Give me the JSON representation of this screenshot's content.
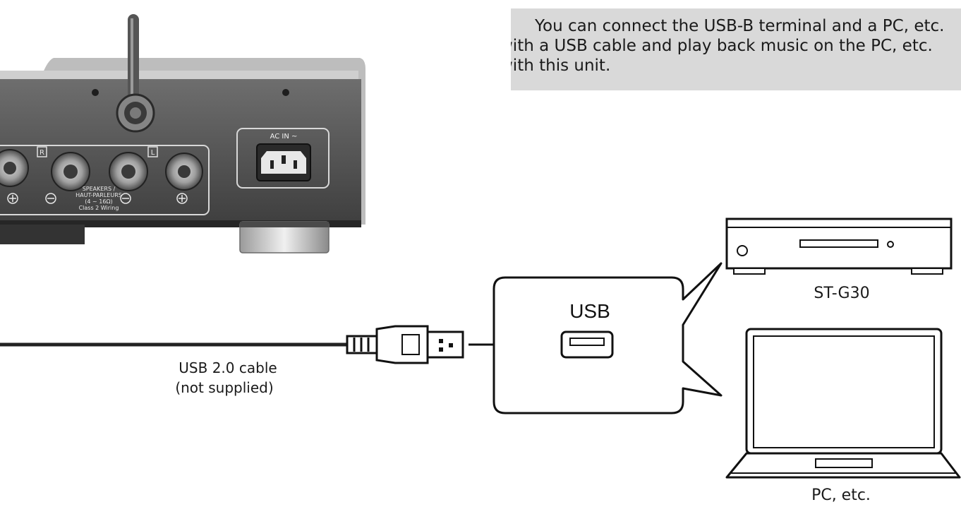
{
  "note": {
    "lines": [
      "You can connect the USB-B terminal and a PC, etc.",
      "with a USB cable and play back music on the PC, etc.",
      "with this unit."
    ]
  },
  "amplifier": {
    "ac_in_label": "AC IN ~",
    "speaker_label_lines": [
      "SPEAKERS /",
      "HAUT-PARLEURS",
      "(4 ~ 16Ω)",
      "Class 2 Wiring"
    ],
    "channel_right": "R",
    "channel_left": "L"
  },
  "callout": {
    "usb_label": "USB"
  },
  "cable": {
    "label_line1": "USB 2.0 cable",
    "label_line2": "(not supplied)"
  },
  "devices": {
    "player_label": "ST-G30",
    "pc_label": "PC, etc."
  }
}
